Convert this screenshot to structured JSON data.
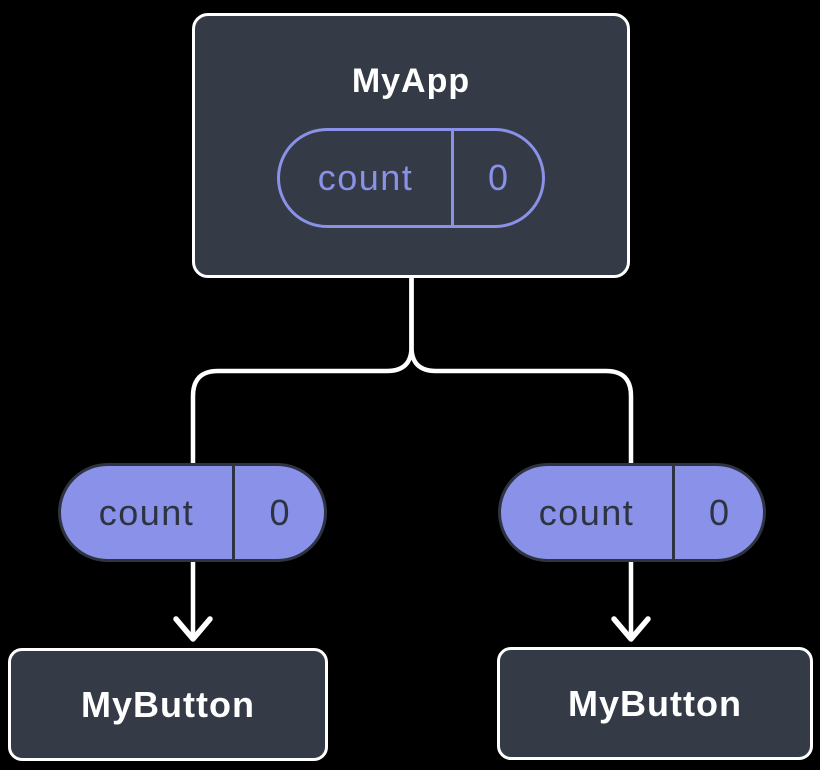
{
  "colors": {
    "background": "#000000",
    "card": "#343A46",
    "card-border": "#FFFFFF",
    "accent": "#8A91E8",
    "dark": "#2D3340",
    "line": "#FFFFFF",
    "title-text": "#FFFFFF"
  },
  "root_node": {
    "title": "MyApp",
    "state": {
      "name": "count",
      "value": "0"
    }
  },
  "left_prop_pill": {
    "name": "count",
    "value": "0"
  },
  "right_prop_pill": {
    "name": "count",
    "value": "0"
  },
  "child_nodes": [
    {
      "title": "MyButton"
    },
    {
      "title": "MyButton"
    }
  ]
}
